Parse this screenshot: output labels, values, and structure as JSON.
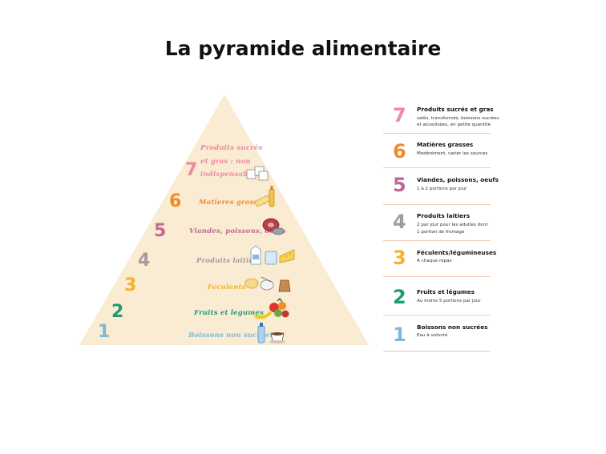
{
  "title": "La pyramide alimentaire",
  "colors": {
    "pyramid_fill": "#f9ecd2",
    "level_1": "#7fb8d6",
    "level_2": "#1f9a73",
    "level_3": "#f5b12b",
    "level_4": "#a59aa0",
    "level_5": "#c06a93",
    "level_6": "#f38a2a",
    "level_7": "#f0889e",
    "separator": "#f0c9b6"
  },
  "pyramid": {
    "levels": [
      {
        "num": "7",
        "line1": "Produits sucrés",
        "line2": "et gras : non",
        "line3": "indispensables",
        "icon": "sugar-cubes-icon"
      },
      {
        "num": "6",
        "label": "Matieres grasses",
        "icon": "butter-oil-icon"
      },
      {
        "num": "5",
        "label": "Viandes, poissons, oeufs",
        "icon": "meat-fish-icon"
      },
      {
        "num": "4",
        "label": "Produits laitiers",
        "icon": "dairy-icon"
      },
      {
        "num": "3",
        "label": "Feculents",
        "icon": "starch-icon"
      },
      {
        "num": "2",
        "label": "Fruits et legumes",
        "icon": "fruits-vegetables-icon"
      },
      {
        "num": "1",
        "label": "Boissons non sucrees",
        "icon": "drinks-icon"
      }
    ]
  },
  "legend": [
    {
      "num": "7",
      "name": "Produits sucrés et gras",
      "desc1": "salés, transformés, boissons sucrées",
      "desc2": "et alcoolisées, en petite quantité"
    },
    {
      "num": "6",
      "name": "Matières grasses",
      "desc1": "Modérément, varier les sources",
      "desc2": ""
    },
    {
      "num": "5",
      "name": "Viandes, poissons, oeufs",
      "desc1": "1 à 2 portions par jour",
      "desc2": ""
    },
    {
      "num": "4",
      "name": "Produits laitiers",
      "desc1": "2 par jour pour les adultes dont",
      "desc2": "1 portion de fromage"
    },
    {
      "num": "3",
      "name": "Féculents/légumineuses",
      "desc1": "À chaque repas",
      "desc2": ""
    },
    {
      "num": "2",
      "name": "Fruits et légumes",
      "desc1": "Au moins 5 portions par jour",
      "desc2": ""
    },
    {
      "num": "1",
      "name": "Boissons non sucrées",
      "desc1": "Eau à volonté",
      "desc2": ""
    }
  ]
}
